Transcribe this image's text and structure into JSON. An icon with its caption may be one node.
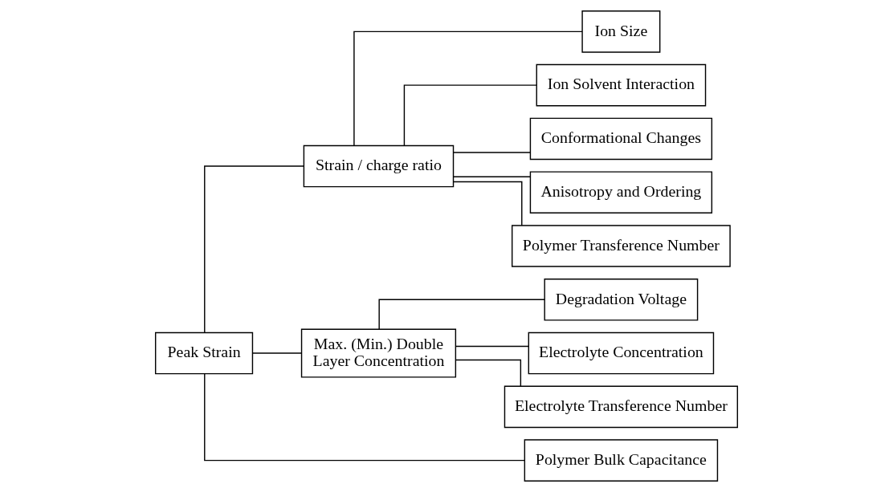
{
  "diagram": {
    "nodes": [
      {
        "text": [
          "Peak Strain"
        ]
      },
      {
        "text": [
          "Strain / charge ratio"
        ]
      },
      {
        "text": [
          "Ion Size"
        ]
      },
      {
        "text": [
          "Ion Solvent Interaction"
        ]
      },
      {
        "text": [
          "Conformational Changes"
        ]
      },
      {
        "text": [
          "Anisotropy and Ordering"
        ]
      },
      {
        "text": [
          "Polymer Transference Number"
        ]
      },
      {
        "text": [
          "Max. (Min.) Double Layer Concentration"
        ]
      },
      {
        "text": [
          "Degradation Voltage"
        ]
      },
      {
        "text": [
          "Electrolyte Concentration"
        ]
      },
      {
        "text": [
          "Electrolyte Transference Number"
        ]
      },
      {
        "text": [
          "Polymer Bulk Capacitance"
        ]
      }
    ],
    "edges": [
      {
        "from": 0,
        "to": 1,
        "arrow": "none"
      },
      {
        "from": 0,
        "to": 7,
        "arrow": "none"
      },
      {
        "from": 0,
        "to": 11,
        "arrow": "none"
      },
      {
        "from": 1,
        "to": 2,
        "arrow": "none"
      },
      {
        "from": 1,
        "to": 3,
        "arrow": "none"
      },
      {
        "from": 1,
        "to": 4,
        "arrow": "none"
      },
      {
        "from": 1,
        "to": 5,
        "arrow": "none"
      },
      {
        "from": 1,
        "to": 6,
        "arrow": "none"
      },
      {
        "from": 7,
        "to": 8,
        "arrow": "none"
      },
      {
        "from": 7,
        "to": 9,
        "arrow": "none"
      },
      {
        "from": 7,
        "to": 10,
        "arrow": "none"
      }
    ]
  }
}
